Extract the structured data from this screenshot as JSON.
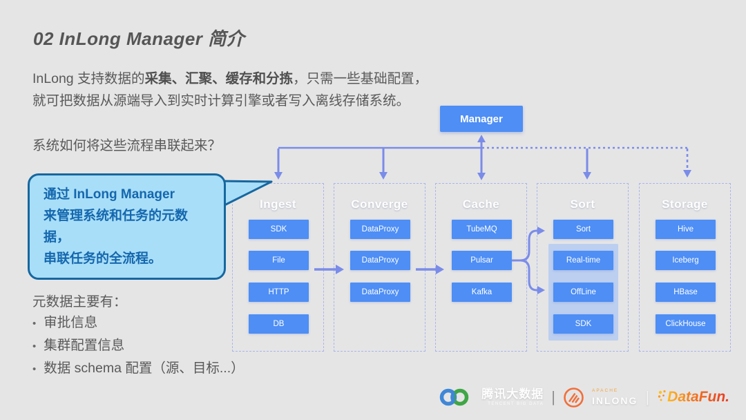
{
  "slide": {
    "title": "02 InLong Manager 简介",
    "intro": {
      "line1_pre": "InLong 支持数据的",
      "line1_bold": "采集、汇聚、缓存和分拣",
      "line1_post": "，只需一些基础配置，",
      "line2": "就可把数据从源端导入到实时计算引擎或者写入离线存储系统。"
    },
    "question": "系统如何将这些流程串联起来？",
    "bubble": {
      "lines": [
        "通过 InLong Manager",
        "来管理系统和任务的元数据，",
        "串联任务的全流程。"
      ]
    },
    "metadata": {
      "heading": "元数据主要有：",
      "bullet": "•",
      "items": [
        "审批信息",
        "集群配置信息",
        "数据 schema 配置（源、目标...）"
      ]
    }
  },
  "diagram": {
    "manager_label": "Manager",
    "columns": [
      {
        "title": "Ingest",
        "boxes": [
          "SDK",
          "File",
          "HTTP",
          "DB"
        ]
      },
      {
        "title": "Converge",
        "boxes": [
          "DataProxy",
          "DataProxy",
          "DataProxy"
        ]
      },
      {
        "title": "Cache",
        "boxes": [
          "TubeMQ",
          "Pulsar",
          "Kafka"
        ]
      },
      {
        "title": "Sort",
        "boxes": [
          "Sort",
          "Real-time",
          "OffLine",
          "SDK"
        ],
        "highlight": true
      },
      {
        "title": "Storage",
        "boxes": [
          "Hive",
          "Iceberg",
          "HBase",
          "ClickHouse"
        ]
      }
    ]
  },
  "footer": {
    "tencent": {
      "icon": "infinity-icon",
      "name": "腾讯大数据",
      "sub": "TENCENT BIG DATA"
    },
    "divider": "|",
    "inlong": {
      "icon": "inlong-bird-icon",
      "small": "APACHE",
      "name": "INLONG"
    },
    "datafun": {
      "icon": "datafun-dots-icon",
      "name": "DataFun."
    }
  },
  "colors": {
    "node_blue": "#4e8ef5",
    "connector_blue": "#7a8ce8",
    "container_dash": "#a9b6e6",
    "highlight_blue": "#bccff0",
    "bubble_fill": "#a9def8",
    "bubble_border": "#16679f",
    "bubble_text": "#1467ae",
    "body_text_gray": "#595959",
    "background_gray": "#e5e5e6"
  }
}
